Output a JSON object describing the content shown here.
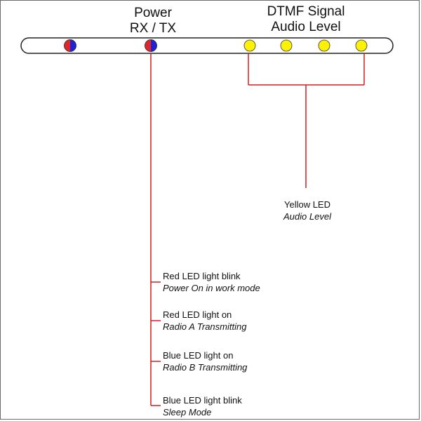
{
  "headers": {
    "power_line1": "Power",
    "power_line2": "RX / TX",
    "dtmf_line1": "DTMF Signal",
    "dtmf_line2": "Audio Level"
  },
  "yellow_label": {
    "title": "Yellow LED",
    "subtitle": "Audio Level"
  },
  "status_labels": [
    {
      "title": "Red LED light blink",
      "subtitle": "Power On in work mode"
    },
    {
      "title": "Red LED light on",
      "subtitle": "Radio A Transmitting"
    },
    {
      "title": "Blue LED light on",
      "subtitle": "Radio B Transmitting"
    },
    {
      "title": "Blue LED light blink",
      "subtitle": "Sleep Mode"
    }
  ],
  "colors": {
    "red_led": "#e1262a",
    "blue_led": "#1f23d6",
    "yellow_led": "#fff200",
    "connector_line": "#d02020"
  }
}
